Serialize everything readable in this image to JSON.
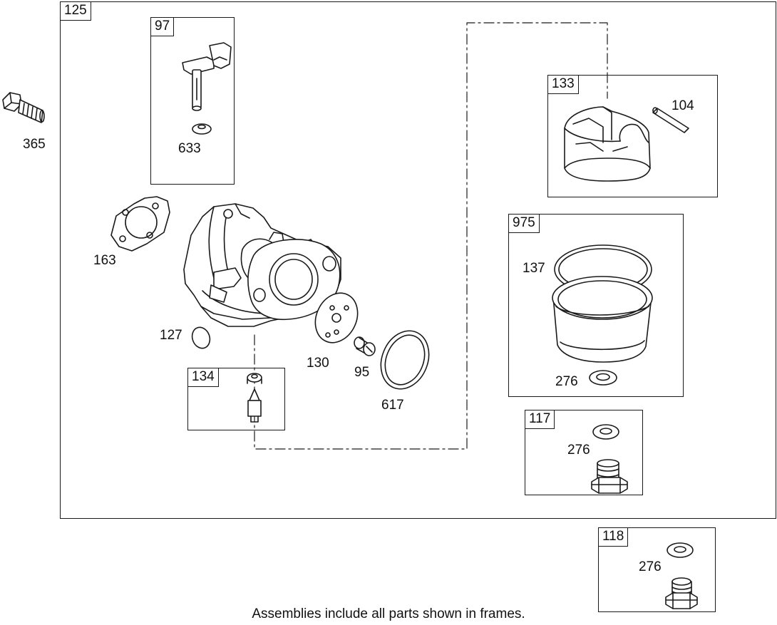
{
  "frames": {
    "f125": "125",
    "f97": "97",
    "f133": "133",
    "f975": "975",
    "f134": "134",
    "f117": "117",
    "f118": "118"
  },
  "parts": {
    "p365": "365",
    "p633": "633",
    "p104": "104",
    "p163": "163",
    "p137": "137",
    "p127": "127",
    "p130": "130",
    "p95": "95",
    "p617": "617",
    "p276_975": "276",
    "p276_117": "276",
    "p276_118": "276"
  },
  "footer_note": "Assemblies include all parts shown in frames."
}
